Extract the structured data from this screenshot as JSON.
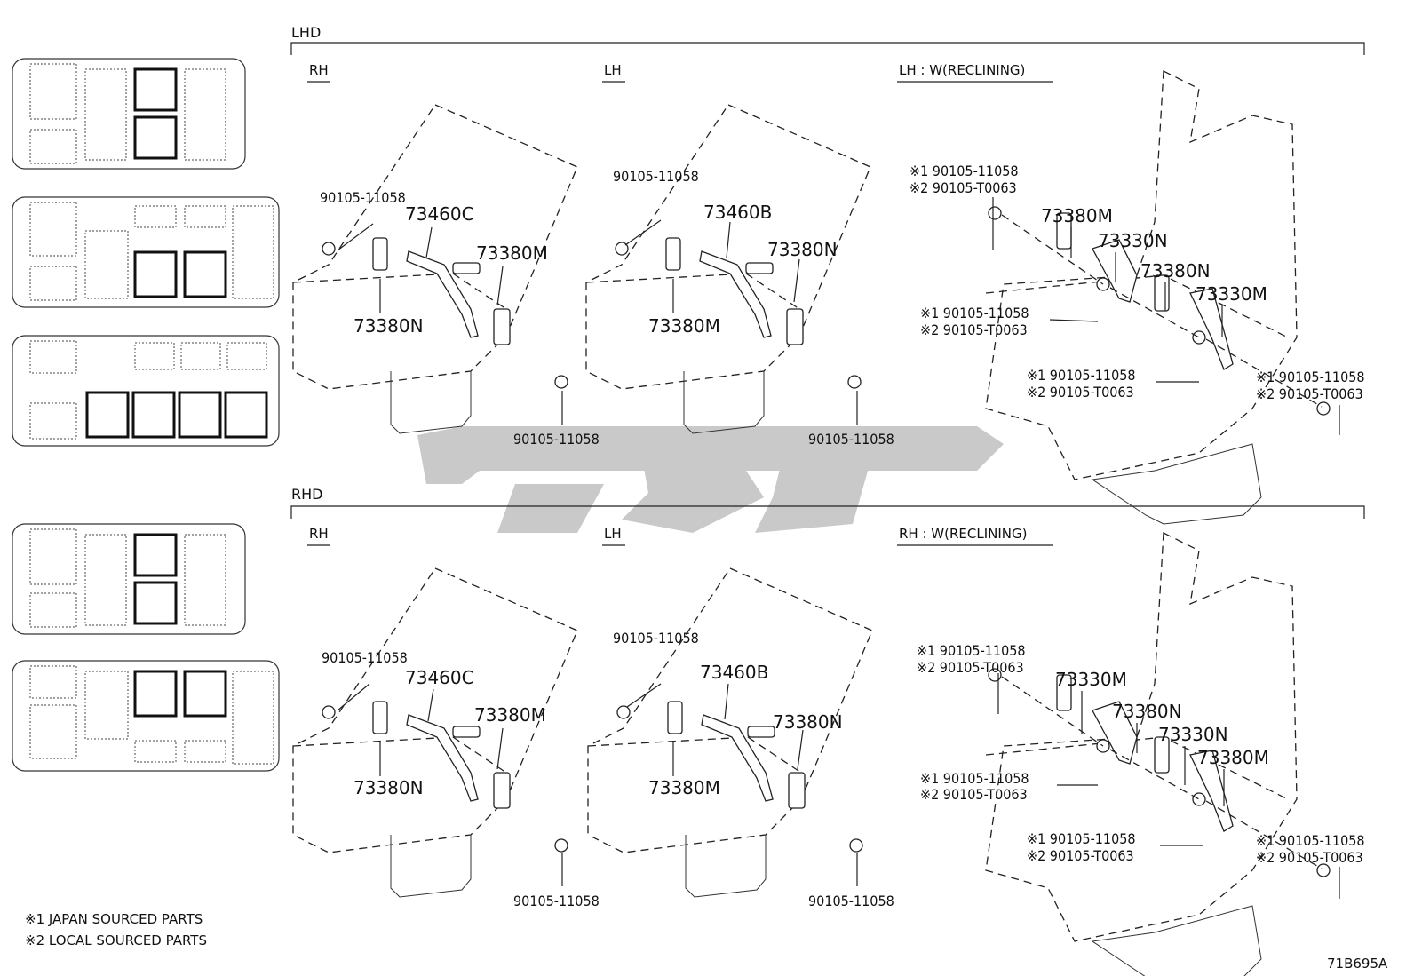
{
  "regions": {
    "lhd": "LHD",
    "rhd": "RHD"
  },
  "sections": {
    "lhd_rh": "RH",
    "lhd_lh": "LH",
    "lhd_lh_recl": "LH : W(RECLINING)",
    "rhd_rh": "RH",
    "rhd_lh": "LH",
    "rhd_rh_recl": "RH : W(RECLINING)"
  },
  "parts": {
    "lhd_rh": {
      "bolt_top": "90105-11058",
      "belt": "73460C",
      "buckle": "73380M",
      "tongue": "73380N",
      "bolt_bottom": "90105-11058"
    },
    "lhd_lh": {
      "bolt_top": "90105-11058",
      "belt": "73460B",
      "buckle": "73380N",
      "tongue": "73380M",
      "bolt_bottom": "90105-11058"
    },
    "lhd_recl": {
      "bolt1_a": "※1 90105-11058",
      "bolt1_b": "※2 90105-T0063",
      "p1": "73380M",
      "p2": "73330N",
      "p3": "73380N",
      "p4": "73330M",
      "bolt2_a": "※1 90105-11058",
      "bolt2_b": "※2 90105-T0063",
      "bolt3_a": "※1 90105-11058",
      "bolt3_b": "※2 90105-T0063",
      "bolt4_a": "※1 90105-11058",
      "bolt4_b": "※2 90105-T0063"
    },
    "rhd_rh": {
      "bolt_top": "90105-11058",
      "belt": "73460C",
      "buckle": "73380M",
      "tongue": "73380N",
      "bolt_bottom": "90105-11058"
    },
    "rhd_lh": {
      "bolt_top": "90105-11058",
      "belt": "73460B",
      "buckle": "73380N",
      "tongue": "73380M",
      "bolt_bottom": "90105-11058"
    },
    "rhd_recl": {
      "bolt1_a": "※1 90105-11058",
      "bolt1_b": "※2 90105-T0063",
      "p1": "73330M",
      "p2": "73380N",
      "p3": "73330N",
      "p4": "73380M",
      "bolt2_a": "※1 90105-11058",
      "bolt2_b": "※2 90105-T0063",
      "bolt3_a": "※1 90105-11058",
      "bolt3_b": "※2 90105-T0063",
      "bolt4_a": "※1 90105-11058",
      "bolt4_b": "※2 90105-T0063"
    }
  },
  "legend": {
    "note1": "※1  JAPAN SOURCED PARTS",
    "note2": "※2  LOCAL SOURCED PARTS"
  },
  "diagram_code": "71B695A",
  "colors": {
    "line": "#222222",
    "watermark": "#c8c8c8"
  }
}
